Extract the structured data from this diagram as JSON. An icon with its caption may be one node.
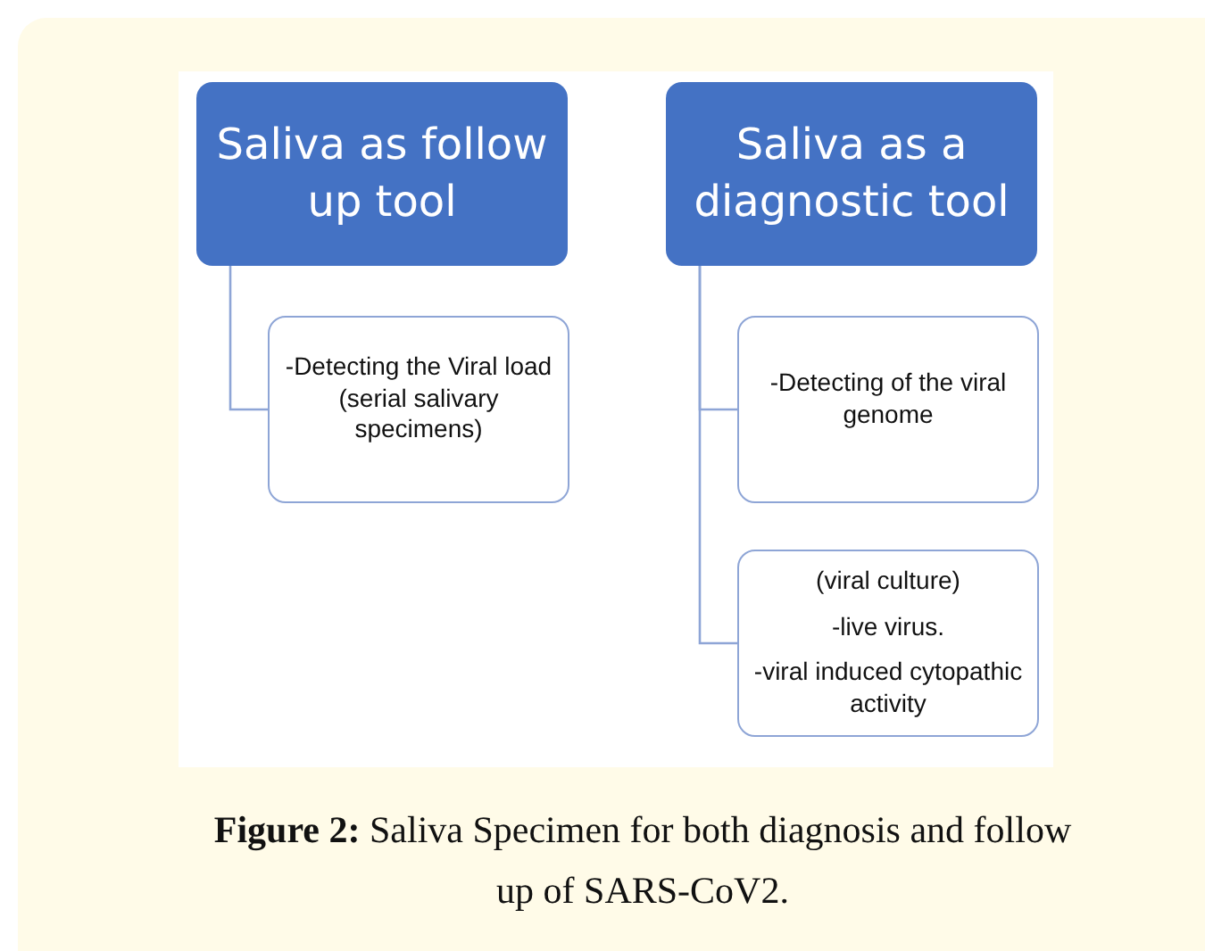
{
  "diagram": {
    "caption": "**Figure 2:** Saliva Specimen for both diagnosis and follow up of SARS-CoV2.",
    "nodes": [
      {
        "text": [
          "Saliva as follow up tool"
        ]
      },
      {
        "text": [
          "-Detecting the Viral load (serial salivary specimens)"
        ]
      },
      {
        "text": [
          "Saliva as a diagnostic tool"
        ]
      },
      {
        "text": [
          "-Detecting of the viral genome"
        ]
      },
      {
        "text": [
          "(viral culture)",
          "-live virus.",
          "-viral induced cytopathic activity"
        ]
      }
    ],
    "edges": [
      {
        "from": 0,
        "to": 1,
        "arrow": "none"
      },
      {
        "from": 2,
        "to": 3,
        "arrow": "none"
      },
      {
        "from": 2,
        "to": 4,
        "arrow": "none"
      }
    ]
  }
}
